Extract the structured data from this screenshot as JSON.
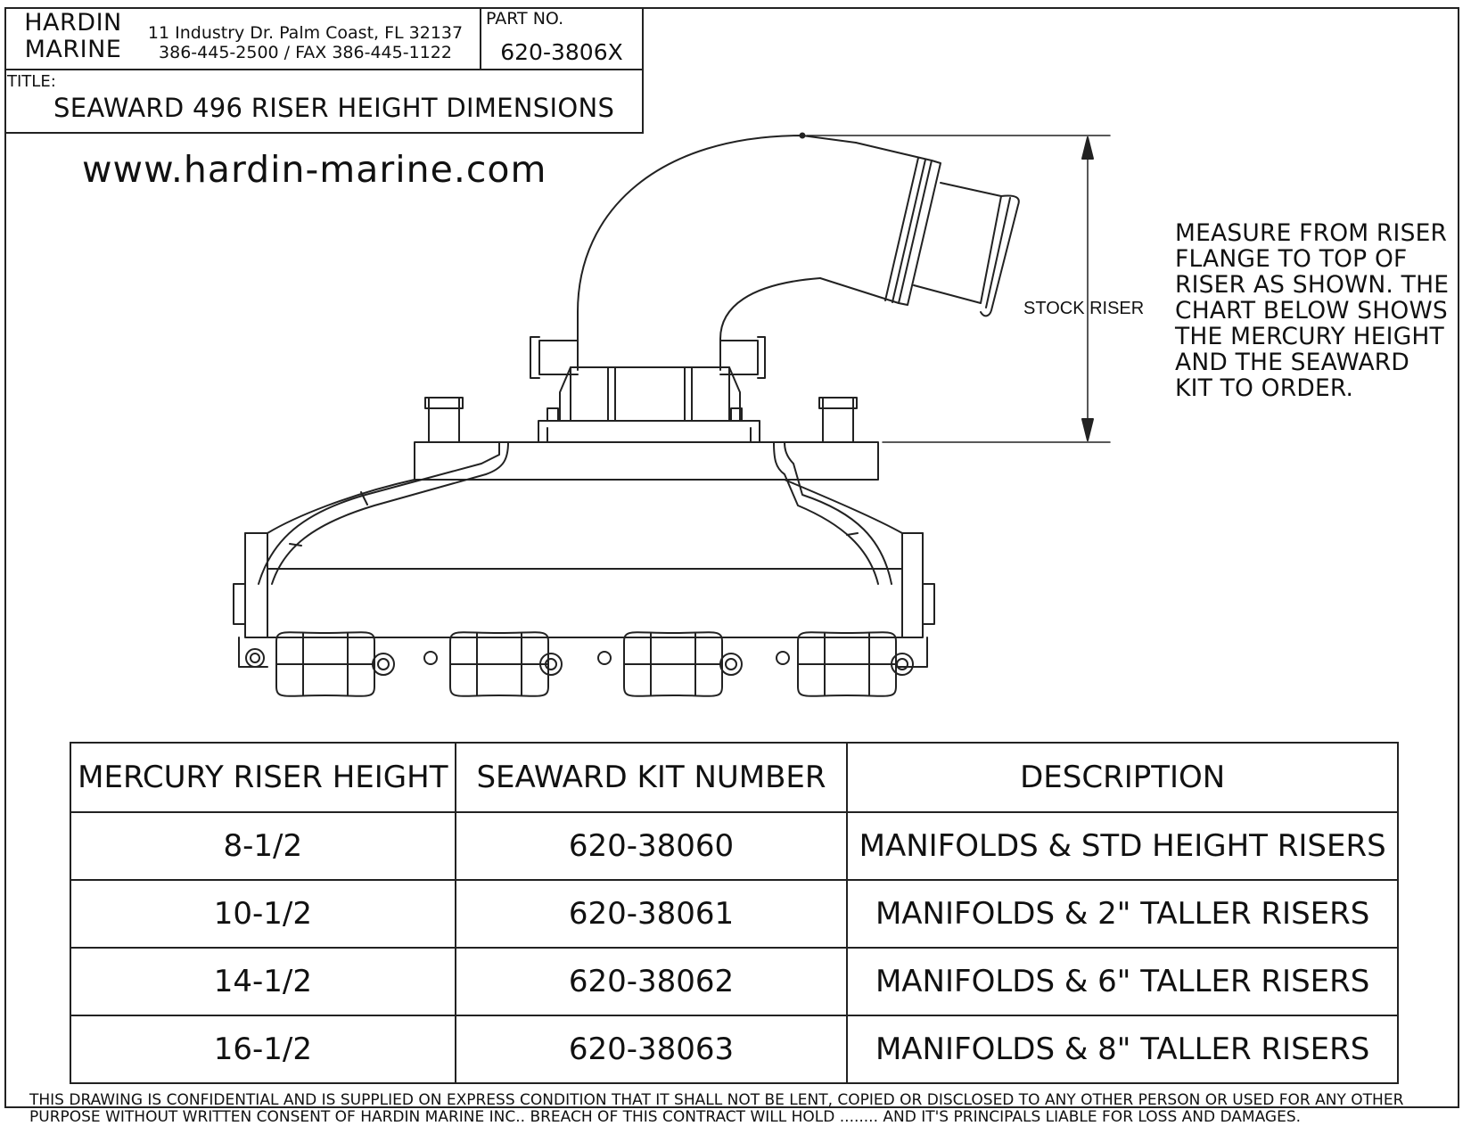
{
  "title_block": {
    "company_line1": "HARDIN",
    "company_line2": "MARINE",
    "address_line1": "11 Industry Dr. Palm Coast, FL 32137",
    "address_line2": "386-445-2500 / FAX 386-445-1122",
    "part_no_label": "PART NO.",
    "part_no": "620-3806X",
    "title_label": "TITLE:",
    "title": "SEAWARD 496 RISER HEIGHT DIMENSIONS"
  },
  "website": "www.hardin-marine.com",
  "dimension_label": "STOCK RISER",
  "note_lines": [
    "MEASURE FROM RISER",
    "FLANGE TO TOP OF",
    "RISER AS SHOWN. THE",
    "CHART BELOW SHOWS",
    "THE MERCURY HEIGHT",
    "AND THE SEAWARD",
    "KIT TO ORDER."
  ],
  "table": {
    "headers": [
      "MERCURY RISER HEIGHT",
      "SEAWARD KIT NUMBER",
      "DESCRIPTION"
    ],
    "rows": [
      [
        "8-1/2",
        "620-38060",
        "MANIFOLDS & STD HEIGHT RISERS"
      ],
      [
        "10-1/2",
        "620-38061",
        "MANIFOLDS & 2\" TALLER RISERS"
      ],
      [
        "14-1/2",
        "620-38062",
        "MANIFOLDS & 6\" TALLER RISERS"
      ],
      [
        "16-1/2",
        "620-38063",
        "MANIFOLDS & 8\" TALLER RISERS"
      ]
    ]
  },
  "footer_line1": "THIS DRAWING IS CONFIDENTIAL AND IS SUPPLIED ON EXPRESS CONDITION THAT IT SHALL NOT BE LENT, COPIED OR DISCLOSED TO ANY OTHER PERSON OR USED FOR ANY OTHER",
  "footer_line2": "PURPOSE WITHOUT WRITTEN  CONSENT OF HARDIN MARINE INC.. BREACH OF THIS CONTRACT WILL HOLD ........ AND IT'S PRINCIPALS LIABLE FOR LOSS AND DAMAGES."
}
